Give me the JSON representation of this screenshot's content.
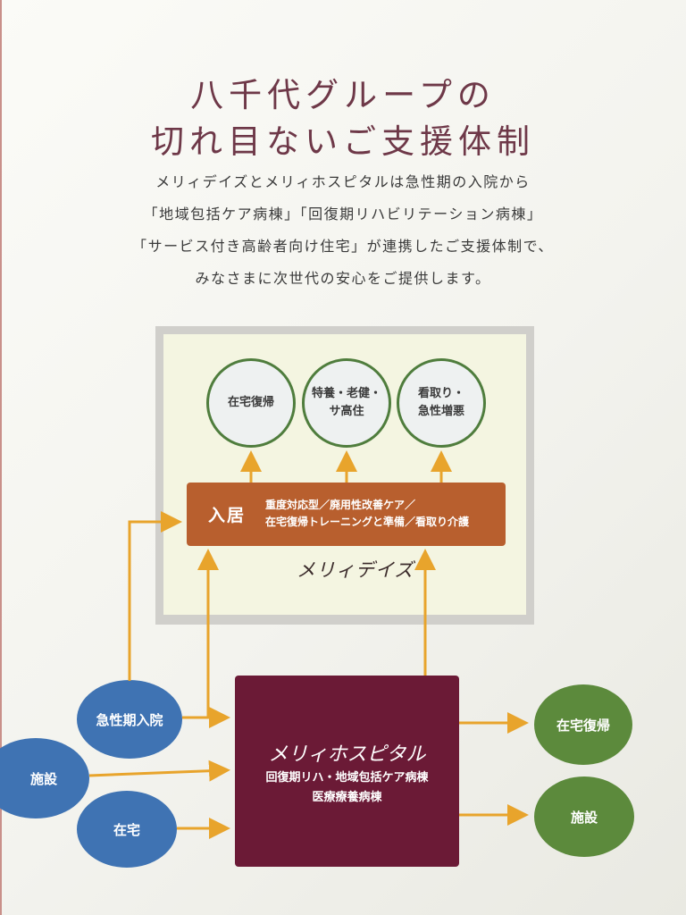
{
  "title": {
    "line1": "八千代グループの",
    "line2": "切れ目ないご支援体制"
  },
  "description": [
    "メリィデイズとメリィホスピタルは急性期の入院から",
    "「地域包括ケア病棟」「回復期リハビリテーション病棟」",
    "「サービス付き高齢者向け住宅」が連携したご支援体制で、",
    "みなさまに次世代の安心をご提供します。"
  ],
  "meridays": {
    "logo": "メリィデイズ",
    "outcomes": [
      {
        "line1": "在宅復帰",
        "line2": ""
      },
      {
        "line1": "特養・老健・",
        "line2": "サ高住"
      },
      {
        "line1": "看取り・",
        "line2": "急性増悪"
      }
    ],
    "nyukyo": {
      "label": "入居",
      "desc_line1": "重度対応型／廃用性改善ケア／",
      "desc_line2": "在宅復帰トレーニングと準備／看取り介護"
    }
  },
  "hospital": {
    "logo": "メリィホスピタル",
    "dept_line1": "回復期リハ・地域包括ケア病棟",
    "dept_line2": "医療療養病棟"
  },
  "sources": [
    "急性期入院",
    "施設",
    "在宅"
  ],
  "destinations": [
    "在宅復帰",
    "施設"
  ],
  "colors": {
    "title": "#6e3848",
    "arrow": "#e8a42c",
    "source_circle": "#3f73b3",
    "destination_circle": "#5c8a3c",
    "outcome_border": "#4f7d3d",
    "nyukyo_box": "#b85f2e",
    "hospital_box": "#6b1a36",
    "frame": "#d0cfcb",
    "frame_fill": "#f4f5e1"
  }
}
